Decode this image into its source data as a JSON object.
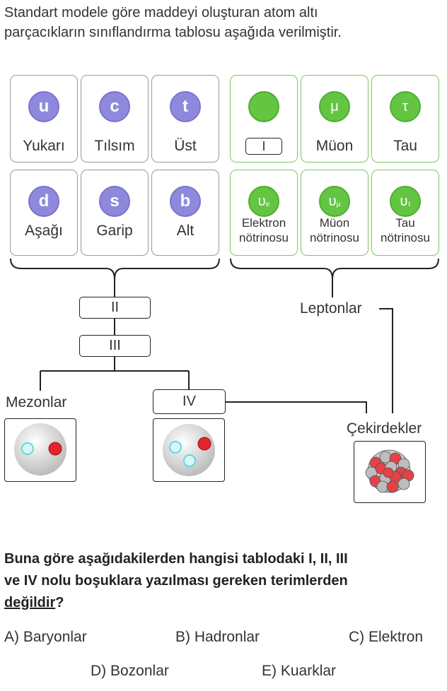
{
  "intro": {
    "line1": "Standart modele göre maddeyi oluşturan atom altı",
    "line2": "parçacıkların sınıflandırma tablosu aşağıda verilmiştir."
  },
  "quarks": [
    {
      "symbol": "u",
      "name": "Yukarı"
    },
    {
      "symbol": "c",
      "name": "Tılsım"
    },
    {
      "symbol": "t",
      "name": "Üst"
    },
    {
      "symbol": "d",
      "name": "Aşağı"
    },
    {
      "symbol": "s",
      "name": "Garip"
    },
    {
      "symbol": "b",
      "name": "Alt"
    }
  ],
  "leptons": [
    {
      "symbol": "",
      "name": "I",
      "boxed": true
    },
    {
      "symbol": "μ",
      "name": "Müon"
    },
    {
      "symbol": "τ",
      "name": "Tau"
    },
    {
      "symbol": "υ",
      "sub": "e",
      "line1": "Elektron",
      "line2": "nötrinosu"
    },
    {
      "symbol": "υ",
      "sub": "μ",
      "line1": "Müon",
      "line2": "nötrinosu"
    },
    {
      "symbol": "υ",
      "sub": "τ",
      "line1": "Tau",
      "line2": "nötrinosu"
    }
  ],
  "labels": {
    "box2": "II",
    "box3": "III",
    "box4": "IV",
    "leptonlar": "Leptonlar",
    "mezonlar": "Mezonlar",
    "cekirdekler": "Çekirdekler"
  },
  "question": {
    "line1": "Buna göre aşağıdakilerden hangisi tablodaki I, II, III",
    "line2": "ve IV nolu boşuklara yazılması gereken terimlerden",
    "underlined": "değildir",
    "qmark": "?"
  },
  "options": {
    "a": "A) Baryonlar",
    "b": "B) Hadronlar",
    "c": "C) Elektron",
    "d": "D) Bozonlar",
    "e": "E) Kuarklar"
  },
  "colors": {
    "quark": "#8f89dd",
    "lepton": "#64c543",
    "lepton_border": "#7cc95a"
  }
}
